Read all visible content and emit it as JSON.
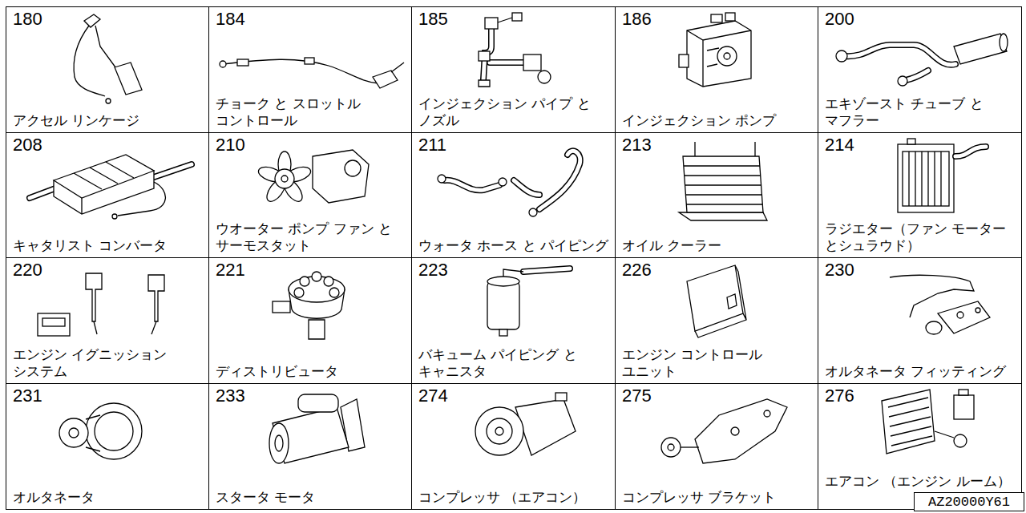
{
  "diagram": {
    "nodes": [
      {
        "text": [
          "180",
          "アクセル リンケージ"
        ]
      },
      {
        "text": [
          "184",
          "チョーク と スロットル コントロール"
        ]
      },
      {
        "text": [
          "185",
          "インジェクション パイプ と ノズル"
        ]
      },
      {
        "text": [
          "186",
          "インジェクション ポンプ"
        ]
      },
      {
        "text": [
          "200",
          "エキゾースト チューブ と マフラー"
        ]
      },
      {
        "text": [
          "208",
          "キャタリスト コンバータ"
        ]
      },
      {
        "text": [
          "210",
          "ウオーター ポンプ ファン と サーモスタット"
        ]
      },
      {
        "text": [
          "211",
          "ウォータ ホース と パイピング"
        ]
      },
      {
        "text": [
          "213",
          "オイル クーラー"
        ]
      },
      {
        "text": [
          "214",
          "ラジエター（ファン モーター とシュラウド）"
        ]
      },
      {
        "text": [
          "220",
          "エンジン イグニッション システム"
        ]
      },
      {
        "text": [
          "221",
          "ディストリビュータ"
        ]
      },
      {
        "text": [
          "223",
          "バキューム パイピング と キャニスタ"
        ]
      },
      {
        "text": [
          "226",
          "エンジン コントロール ユニット"
        ]
      },
      {
        "text": [
          "230",
          "オルタネータ フィッティング"
        ]
      },
      {
        "text": [
          "231",
          "オルタネータ"
        ]
      },
      {
        "text": [
          "233",
          "スタータ モータ"
        ]
      },
      {
        "text": [
          "274",
          "コンプレッサ （エアコン）"
        ]
      },
      {
        "text": [
          "275",
          "コンプレッサ ブラケット"
        ]
      },
      {
        "text": [
          "276",
          "エアコン （エンジン ルーム）"
        ]
      },
      {
        "text": [
          "AZ20000Y61"
        ]
      }
    ]
  }
}
